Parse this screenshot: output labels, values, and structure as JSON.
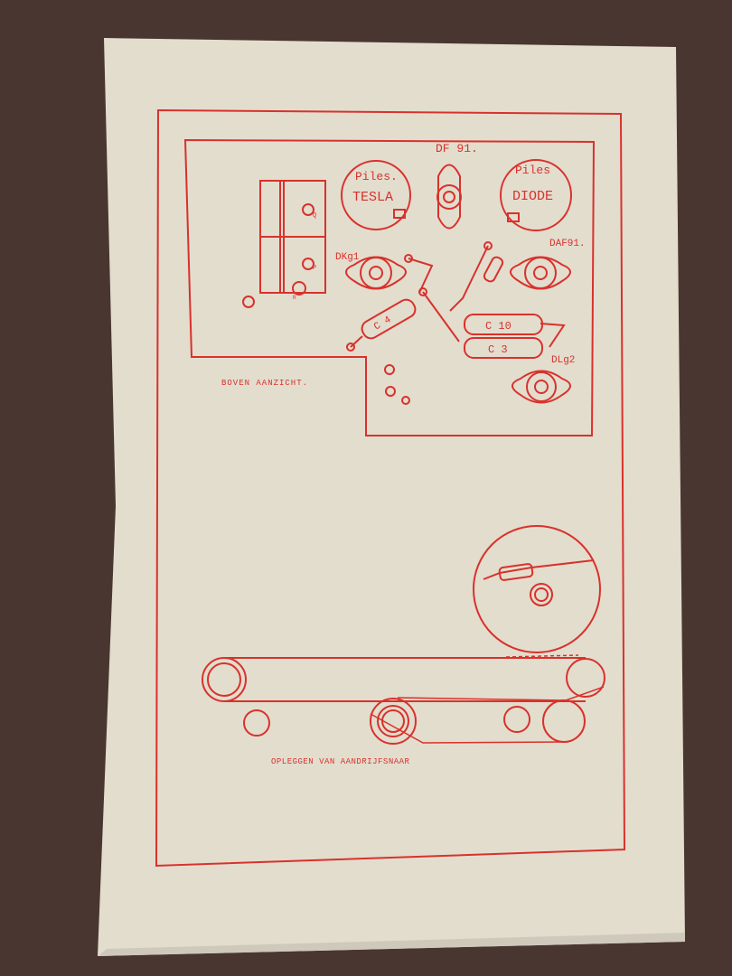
{
  "colors": {
    "background": "#4a3630",
    "paper": "#e3ddce",
    "ink": "#d8322c"
  },
  "labels": {
    "battery_1_line1": "Piles.",
    "battery_1_line2": "TESLA",
    "battery_2_line1": "Piles",
    "battery_2_line2": "DIODE",
    "tube_df91": "DF 91.",
    "tube_dk91": "DKg1",
    "tube_daf91": "DAF91.",
    "tube_dl92": "DLg2",
    "cap_c4": "C 4",
    "cap_c10": "C 10",
    "cap_c3": "C 3",
    "mark_q": "Q",
    "mark_p": "P",
    "mark_r": "R",
    "top_view_caption": "BOVEN AANZICHT.",
    "belt_caption": "OPLEGGEN VAN AANDRIJFSNAAR"
  }
}
